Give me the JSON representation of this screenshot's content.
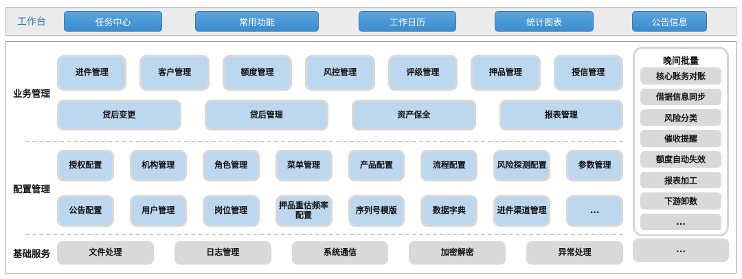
{
  "workbench": {
    "label": "工作台",
    "buttons": [
      "任务中心",
      "常用功能",
      "工作日历",
      "统计图表",
      "公告信息"
    ]
  },
  "sections": {
    "business": {
      "label": "业务管理",
      "row1": [
        "进件管理",
        "客户管理",
        "额度管理",
        "风控管理",
        "评级管理",
        "押品管理",
        "授信管理"
      ],
      "row2": [
        "贷后变更",
        "贷后管理",
        "资产保全",
        "报表管理"
      ]
    },
    "config": {
      "label": "配置管理",
      "row1": [
        "授权配置",
        "机构管理",
        "角色管理",
        "菜单管理",
        "产品配置",
        "流程配置",
        "风险探测配置",
        "参数管理"
      ],
      "row2": [
        "公告配置",
        "用户管理",
        "岗位管理",
        "押品重估频率配置",
        "序列号模版",
        "数据字典",
        "进件渠道管理",
        "..."
      ]
    },
    "base": {
      "label": "基础服务",
      "items": [
        "文件处理",
        "日志管理",
        "系统通信",
        "加密解密",
        "异常处理"
      ],
      "more": "..."
    },
    "batch": {
      "title": "晚间批量",
      "items": [
        "核心账务对账",
        "借据信息同步",
        "风险分类",
        "催收提醒",
        "额度自动失效",
        "报表加工",
        "下游卸数",
        "..."
      ]
    }
  },
  "colors": {
    "accent_blue": "#4596d3",
    "module_blue": "#bdd7ee",
    "module_gray": "#d9d9d9",
    "label_blue": "#2e78b8"
  }
}
